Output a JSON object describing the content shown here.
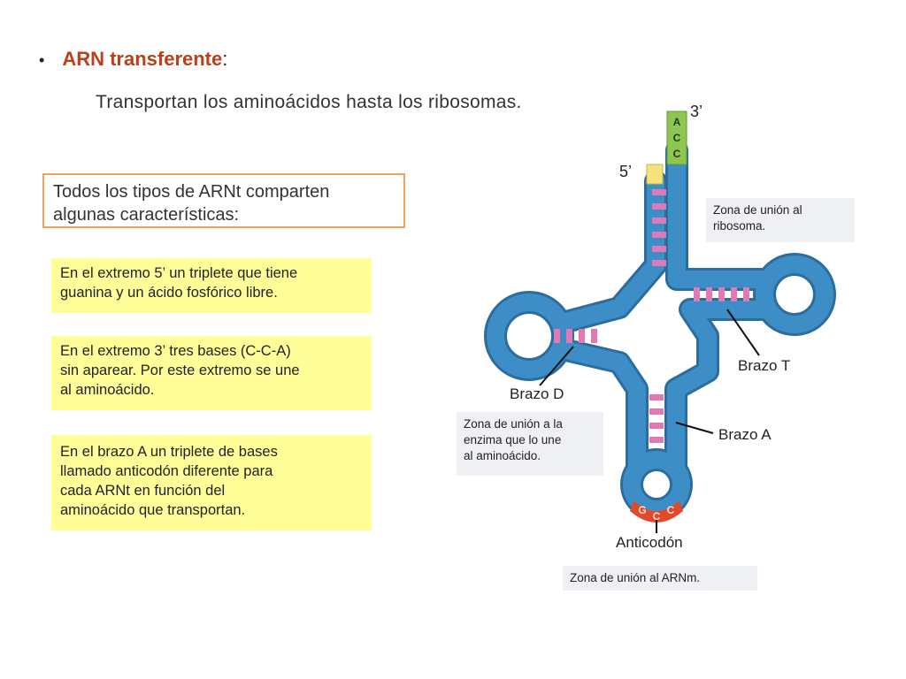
{
  "header": {
    "bullet": "•",
    "title": "ARN transferente",
    "title_colon": ":"
  },
  "subtitle": "Transportan los aminoácidos hasta los ribosomas.",
  "intro_box": "Todos los tipos de ARNt comparten\nalgunas características:",
  "info_boxes": [
    "En el extremo 5’ un triplete que tiene\nguanina y un ácido fosfórico libre.",
    "En el extremo 3’ tres bases (C-C-A)\nsin aparear. Por este extremo se une\nal aminoácido.",
    "En el brazo A un triplete de bases\nllamado anticodón diferente para\ncada ARNt en función del\naminoácido que transportan."
  ],
  "diagram": {
    "end_3": "3’",
    "end_5": "5’",
    "acceptor_letters": [
      "A",
      "C",
      "C"
    ],
    "anticodon_letters": [
      "G",
      "C",
      "C"
    ],
    "labels": {
      "brazo_d": "Brazo D",
      "brazo_t": "Brazo T",
      "brazo_a": "Brazo A",
      "anticodon": "Anticodón"
    },
    "zones": {
      "ribosoma": "Zona de unión al\nribosoma.",
      "enzima": "Zona de unión a la\nenzima que lo une\nal aminoácido.",
      "arnm": "Zona de unión al ARNm."
    },
    "colors": {
      "strand": "#3d8ec6",
      "strand_edge": "#2a6d9e",
      "base_pairs": "#e07ab6",
      "acceptor": "#8fc652",
      "five_prime": "#f6e27a",
      "anticodon": "#e2492a"
    }
  }
}
